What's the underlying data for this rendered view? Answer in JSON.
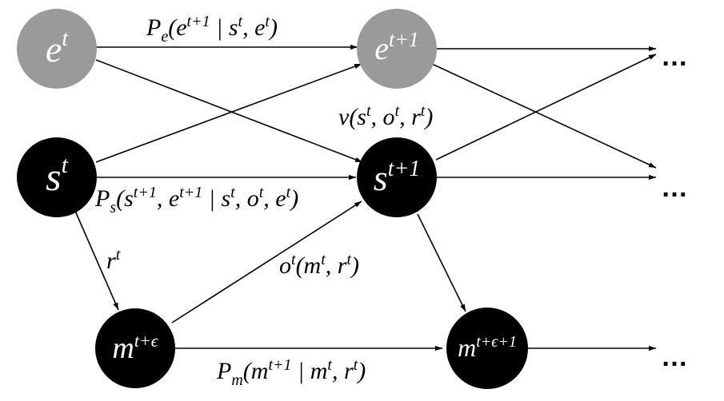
{
  "colors": {
    "observed_node": "#9a9a9a",
    "latent_node": "#000000",
    "edge": "#000000",
    "node_text": "#ffffff"
  },
  "nodes": {
    "e_t": {
      "base": "e",
      "sup": "t"
    },
    "e_t1": {
      "base": "e",
      "sup": "t+1"
    },
    "s_t": {
      "base": "s",
      "sup": "t"
    },
    "s_t1": {
      "base": "s",
      "sup": "t+1"
    },
    "m_teps": {
      "base": "m",
      "sup": "t+ϵ"
    },
    "m_teps1": {
      "base": "m",
      "sup": "t+ϵ+1"
    }
  },
  "edge_labels": {
    "p_e": {
      "fn": "P",
      "sub": "e",
      "text": "(e^{t+1} | s^t, e^t)"
    },
    "v": {
      "text": "v(s^t, o^t, r^t)"
    },
    "p_s": {
      "fn": "P",
      "sub": "s",
      "text": "(s^{t+1}, e^{t+1} | s^t, o^t, e^t)"
    },
    "r": {
      "text": "r^t"
    },
    "o": {
      "text": "o^t(m^t, r^t)"
    },
    "p_m": {
      "fn": "P",
      "sub": "m",
      "text": "(m^{t+1} | m^t, r^t)"
    }
  },
  "ellipsis": [
    "…",
    "…",
    "…"
  ]
}
